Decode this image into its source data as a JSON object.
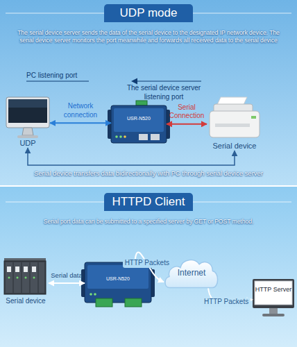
{
  "diagram": {
    "nodes": [
      {
        "text": [
          "UDP mode"
        ]
      },
      {
        "text": [
          "UDP"
        ]
      },
      {
        "text": [
          "USR-N520"
        ]
      },
      {
        "text": [
          "Serial device"
        ]
      },
      {
        "text": [
          "HTTPD Client"
        ]
      },
      {
        "text": [
          "Serial device"
        ]
      },
      {
        "text": [
          "USR-N520"
        ]
      },
      {
        "text": [
          "Internet"
        ]
      },
      {
        "text": [
          "HTTP Server"
        ]
      }
    ],
    "edges": [
      {
        "from": 1,
        "to": 2,
        "arrow": "both",
        "label": "Network connection"
      },
      {
        "from": 2,
        "to": 3,
        "arrow": "both",
        "label": "Serial Connection"
      },
      {
        "from": 1,
        "to": 3,
        "arrow": "both"
      },
      {
        "from": 5,
        "to": 6,
        "arrow": "both",
        "label": "Serial data"
      },
      {
        "from": 6,
        "to": 7,
        "arrow": "to",
        "label": "HTTP Packets"
      },
      {
        "from": 7,
        "to": 8,
        "arrow": "to",
        "label": "HTTP Packets"
      }
    ],
    "labels": [
      "The serial device server sends the data of the serial device to the designated IP network device. The serial device server monitors the port meanwhile and forwards all received data to the serial device",
      "PC listening port",
      "The serial device server listening port",
      "Serial device transfers data bidirectionally with PC through serial device server",
      "Serial port data can be submitted to a specified server by GET or POST method."
    ]
  }
}
